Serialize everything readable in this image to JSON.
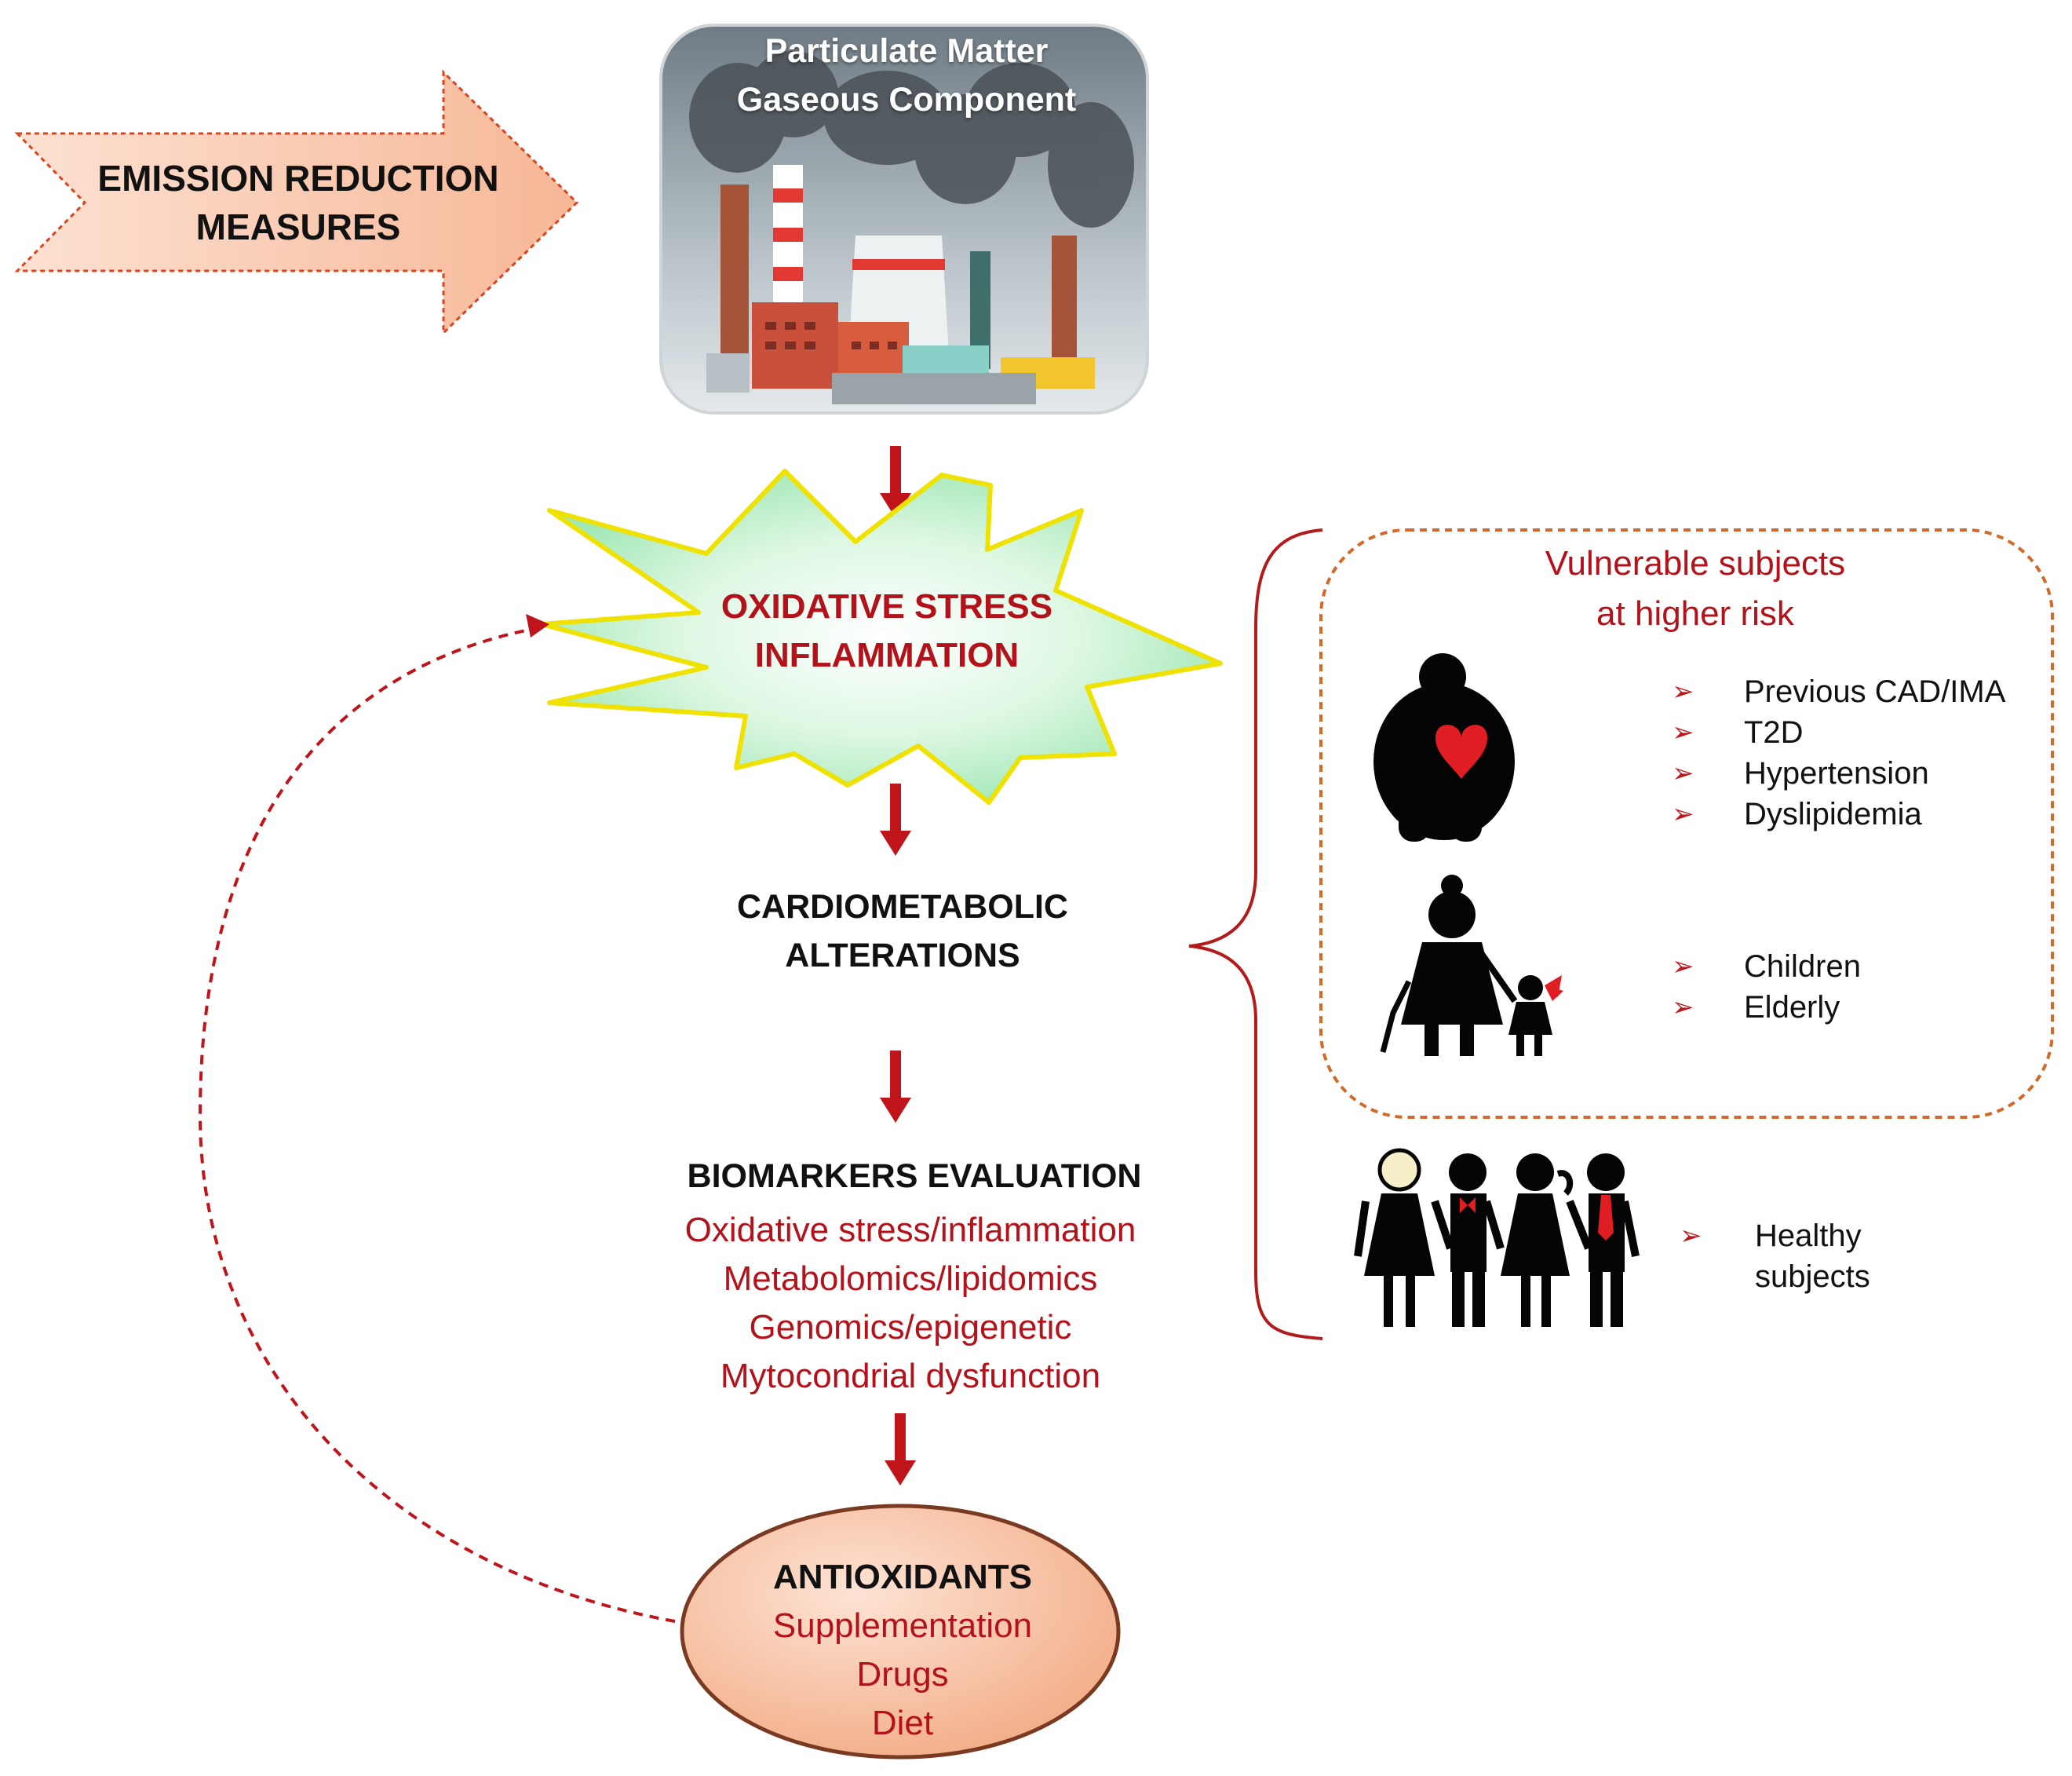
{
  "emission": {
    "line1": "EMISSION REDUCTION",
    "line2": "MEASURES"
  },
  "pollution": {
    "line1": "Particulate Matter",
    "line2": "Gaseous Component"
  },
  "stress": {
    "line1": "OXIDATIVE STRESS",
    "line2": "INFLAMMATION"
  },
  "cardio": {
    "line1": "CARDIOMETABOLIC",
    "line2": "ALTERATIONS"
  },
  "biomarkers": {
    "title": "BIOMARKERS EVALUATION",
    "items": [
      "Oxidative stress/inflammation",
      "Metabolomics/lipidomics",
      "Genomics/epigenetic",
      "Mytocondrial dysfunction"
    ]
  },
  "antioxidants": {
    "title": "ANTIOXIDANTS",
    "items": [
      "Supplementation",
      "Drugs",
      "Diet"
    ]
  },
  "vulnerable": {
    "line1": "Vulnerable subjects",
    "line2": "at higher risk",
    "conditions": [
      "Previous CAD/IMA",
      "T2D",
      "Hypertension",
      "Dyslipidemia"
    ],
    "age_groups": [
      "Children",
      "Elderly"
    ]
  },
  "healthy": {
    "line1": "Healthy",
    "line2": "subjects"
  },
  "colors": {
    "accent_red": "#b3121b",
    "arrow_red": "#c0141b",
    "emission_fill": "#f7c2a6",
    "starburst_fill": "#d6f5df",
    "starburst_stroke": "#f2e600",
    "antiox_fill": "#f6c3a4",
    "vulnerable_border": "#d2692a",
    "factory_sky": "#8d9aa3"
  },
  "icons": [
    "emission-arrow-icon",
    "factory-icon",
    "starburst-icon",
    "obese-person-icon",
    "heart-icon",
    "grandmother-child-icon",
    "family-icon"
  ]
}
